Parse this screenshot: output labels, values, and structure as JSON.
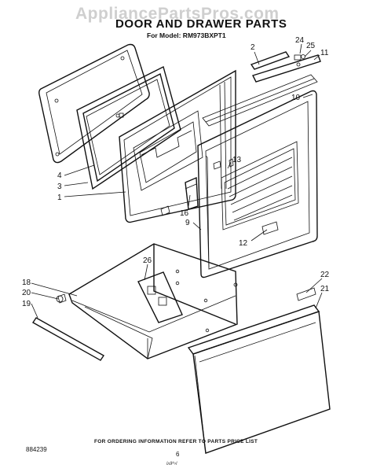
{
  "watermark": "AppliancePartsPros.com",
  "title": "DOOR AND DRAWER PARTS",
  "subtitle": "For Model: RM973BXPT1",
  "footer_note": "FOR ORDERING INFORMATION REFER TO PARTS PRICE LIST",
  "doc_number": "884239",
  "page_number": "6",
  "scribble": "ɫʌɫɫ⁄ᵛ⸗ɫ",
  "callouts": [
    "2",
    "24",
    "25",
    "11",
    "10",
    "4",
    "3",
    "1",
    "13",
    "16",
    "9",
    "12",
    "26",
    "18",
    "20",
    "19",
    "22",
    "21"
  ]
}
